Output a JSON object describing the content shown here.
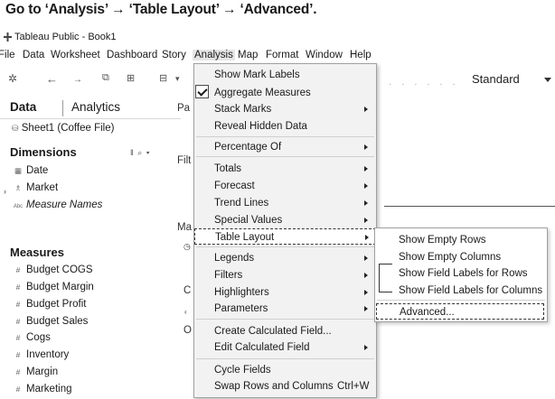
{
  "instruction": "Go to ‘Analysis’ → ‘Table Layout’ → ‘Advanced’.",
  "window": {
    "title": "Tableau Public - Book1"
  },
  "menubar": [
    "File",
    "Data",
    "Worksheet",
    "Dashboard",
    "Story",
    "Analysis",
    "Map",
    "Format",
    "Window",
    "Help"
  ],
  "toolbar": {
    "view_size": "Standard"
  },
  "data_pane": {
    "tab_data": "Data",
    "tab_analytics": "Analytics",
    "source": "Sheet1 (Coffee File)",
    "dimensions_header": "Dimensions",
    "dimensions_tools": "‖ ⌕ ▾",
    "dimensions": [
      {
        "icon": "date",
        "label": "Date"
      },
      {
        "icon": "hierarchy",
        "label": "Market"
      },
      {
        "icon": "abc",
        "label": "Measure Names"
      }
    ],
    "measures_header": "Measures",
    "measures": [
      "Budget COGS",
      "Budget Margin",
      "Budget Profit",
      "Budget Sales",
      "Cogs",
      "Inventory",
      "Margin",
      "Marketing"
    ]
  },
  "middle_labels": {
    "pages": "Pa",
    "filters": "Filt",
    "marks": "Ma",
    "c1": "C",
    "o1": "O"
  },
  "analysis_menu": {
    "items": [
      {
        "label": "Show Mark Labels"
      },
      {
        "label": "Aggregate Measures",
        "checked": true
      },
      {
        "label": "Stack Marks",
        "submenu": true
      },
      {
        "label": "Reveal Hidden Data"
      },
      {
        "label": "Percentage Of",
        "submenu": true
      },
      {
        "label": "Totals",
        "submenu": true
      },
      {
        "label": "Forecast",
        "submenu": true
      },
      {
        "label": "Trend Lines",
        "submenu": true
      },
      {
        "label": "Special Values",
        "submenu": true
      },
      {
        "label": "Table Layout",
        "submenu": true,
        "highlighted": true
      },
      {
        "label": "Legends",
        "submenu": true
      },
      {
        "label": "Filters",
        "submenu": true
      },
      {
        "label": "Highlighters",
        "submenu": true
      },
      {
        "label": "Parameters",
        "submenu": true
      },
      {
        "label": "Create Calculated Field..."
      },
      {
        "label": "Edit Calculated Field",
        "submenu": true
      },
      {
        "label": "Cycle Fields"
      },
      {
        "label": "Swap Rows and Columns",
        "shortcut": "Ctrl+W"
      }
    ]
  },
  "table_layout_submenu": {
    "items": [
      {
        "label": "Show Empty Rows"
      },
      {
        "label": "Show Empty Columns"
      },
      {
        "label": "Show Field Labels for Rows"
      },
      {
        "label": "Show Field Labels for Columns"
      },
      {
        "label": "Advanced...",
        "highlighted": true
      }
    ]
  }
}
